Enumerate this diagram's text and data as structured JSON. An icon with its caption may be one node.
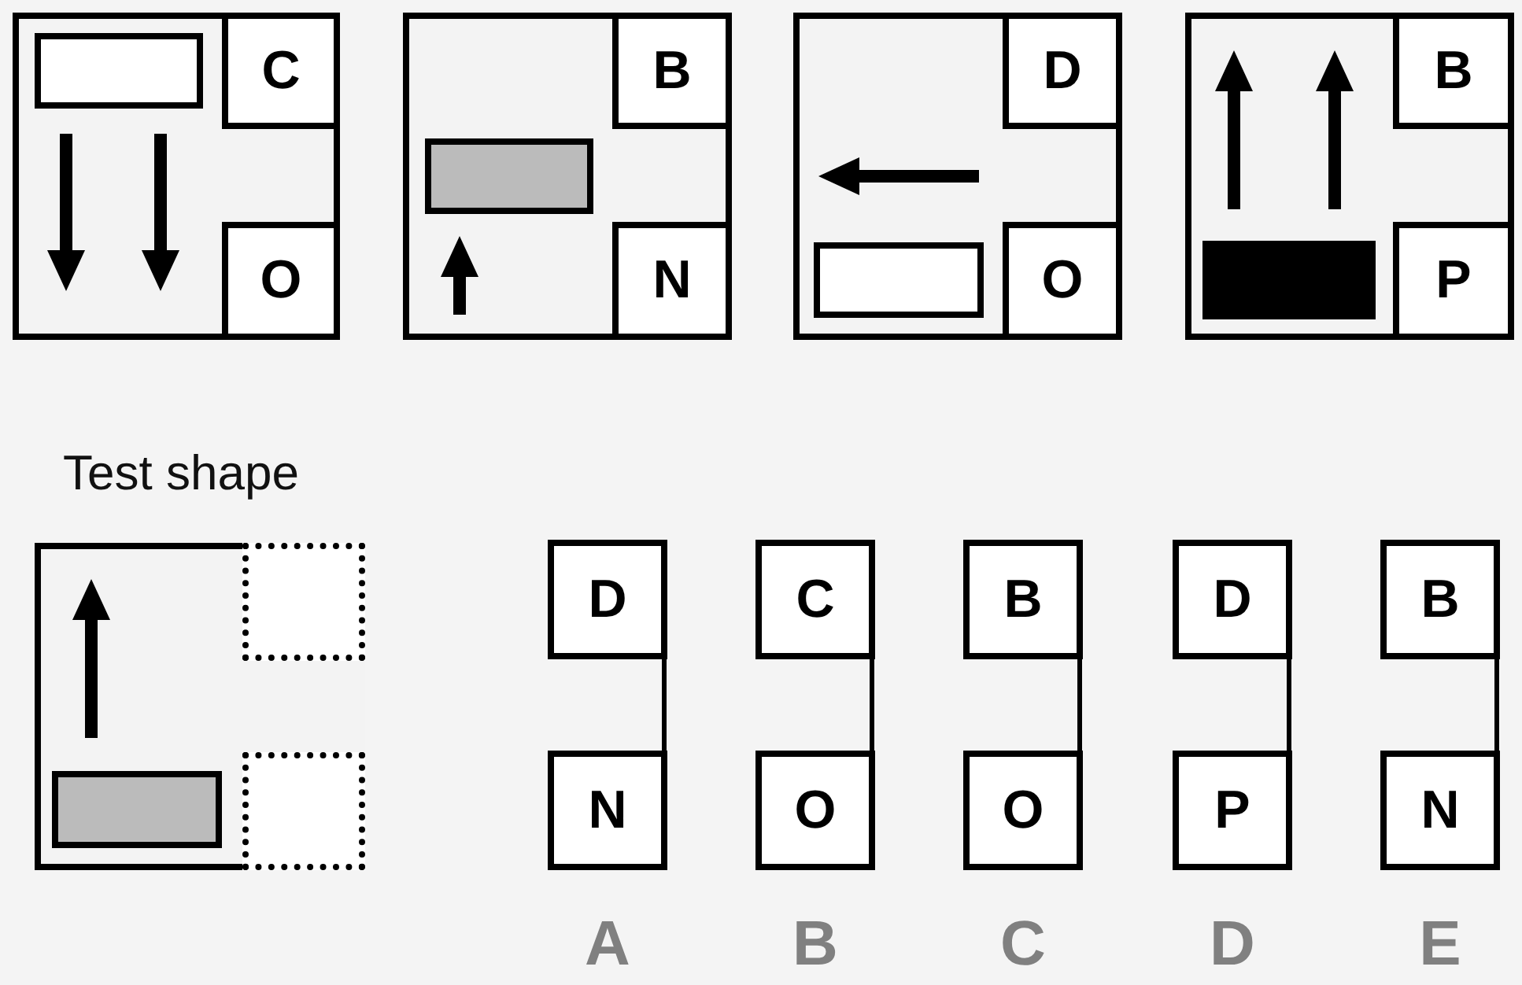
{
  "diagram": {
    "nodes": [
      {
        "text": [],
        "shape": "box"
      },
      {
        "text": [
          "C"
        ],
        "in": 0
      },
      {
        "text": [
          "O"
        ],
        "in": 0
      },
      {
        "text": [],
        "shape": "bar",
        "in": 0
      },
      {
        "text": [],
        "shape": "box"
      },
      {
        "text": [
          "B"
        ],
        "in": 4
      },
      {
        "text": [
          "N"
        ],
        "in": 4
      },
      {
        "text": [],
        "shape": "bar",
        "in": 4
      },
      {
        "text": [],
        "shape": "box"
      },
      {
        "text": [
          "D"
        ],
        "in": 8
      },
      {
        "text": [
          "O"
        ],
        "in": 8
      },
      {
        "text": [],
        "shape": "bar",
        "in": 8
      },
      {
        "text": [],
        "shape": "box"
      },
      {
        "text": [
          "B"
        ],
        "in": 12
      },
      {
        "text": [
          "P"
        ],
        "in": 12
      },
      {
        "text": [],
        "shape": "bar",
        "in": 12
      },
      {
        "text": [
          "Test shape"
        ]
      },
      {
        "text": [],
        "shape": "box",
        "in": 16
      },
      {
        "text": [],
        "shape": "box",
        "in": 16
      },
      {
        "text": [],
        "shape": "bar",
        "in": 16
      },
      {
        "text": [
          "D"
        ]
      },
      {
        "text": [
          "N"
        ]
      },
      {
        "text": [
          "C"
        ]
      },
      {
        "text": [
          "O"
        ]
      },
      {
        "text": [
          "B"
        ]
      },
      {
        "text": [
          "O"
        ]
      },
      {
        "text": [
          "D"
        ]
      },
      {
        "text": [
          "P"
        ]
      },
      {
        "text": [
          "B"
        ]
      },
      {
        "text": [
          "N"
        ]
      }
    ],
    "edges": [
      {
        "from": 20,
        "to": 21,
        "arrow": "none"
      },
      {
        "from": 22,
        "to": 23,
        "arrow": "none"
      },
      {
        "from": 24,
        "to": 25,
        "arrow": "none"
      },
      {
        "from": 26,
        "to": 27,
        "arrow": "none"
      },
      {
        "from": 28,
        "to": 29,
        "arrow": "none"
      }
    ],
    "labels": [
      "A",
      "B",
      "C",
      "D",
      "E"
    ]
  }
}
